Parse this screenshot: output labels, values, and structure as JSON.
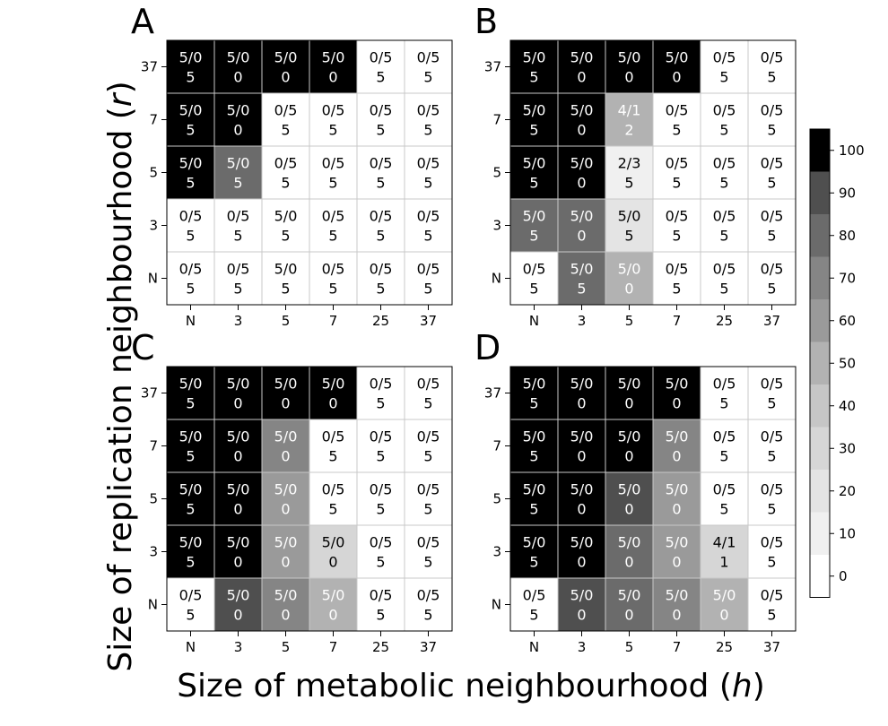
{
  "chart_data": {
    "type": "heatmap",
    "xlabel": "Size of metabolic neighbourhood (h)",
    "ylabel": "Size of replication neighbourhood (r)",
    "x_categories": [
      "N",
      "3",
      "5",
      "7",
      "25",
      "37"
    ],
    "y_categories": [
      "37",
      "7",
      "5",
      "3",
      "N"
    ],
    "colorbar": {
      "ticks": [
        100,
        90,
        80,
        70,
        60,
        50,
        40,
        30,
        20,
        10,
        0
      ],
      "range": [
        0,
        100
      ],
      "levels": [
        "#000000",
        "#4f4f4f",
        "#6b6b6b",
        "#858585",
        "#9a9a9a",
        "#b2b2b2",
        "#c6c6c6",
        "#d6d6d6",
        "#e4e4e4",
        "#f0f0f0",
        "#ffffff"
      ]
    },
    "panels": [
      {
        "label": "A",
        "cells": [
          [
            {
              "text": "5/0 5",
              "value": 100
            },
            {
              "text": "5/0 0",
              "value": 100
            },
            {
              "text": "5/0 0",
              "value": 100
            },
            {
              "text": "5/0 0",
              "value": 100
            },
            {
              "text": "0/5 5",
              "value": 0
            },
            {
              "text": "0/5 5",
              "value": 0
            }
          ],
          [
            {
              "text": "5/0 5",
              "value": 100
            },
            {
              "text": "5/0 0",
              "value": 100
            },
            {
              "text": "0/5 5",
              "value": 0
            },
            {
              "text": "0/5 5",
              "value": 0
            },
            {
              "text": "0/5 5",
              "value": 0
            },
            {
              "text": "0/5 5",
              "value": 0
            }
          ],
          [
            {
              "text": "5/0 5",
              "value": 100
            },
            {
              "text": "5/0 5",
              "value": 80
            },
            {
              "text": "0/5 5",
              "value": 0
            },
            {
              "text": "0/5 5",
              "value": 0
            },
            {
              "text": "0/5 5",
              "value": 0
            },
            {
              "text": "0/5 5",
              "value": 0
            }
          ],
          [
            {
              "text": "0/5 5",
              "value": 0
            },
            {
              "text": "0/5 5",
              "value": 0
            },
            {
              "text": "5/0 5",
              "value": 0
            },
            {
              "text": "0/5 5",
              "value": 0
            },
            {
              "text": "0/5 5",
              "value": 0
            },
            {
              "text": "0/5 5",
              "value": 0
            }
          ],
          [
            {
              "text": "0/5 5",
              "value": 0
            },
            {
              "text": "0/5 5",
              "value": 0
            },
            {
              "text": "5/0 5",
              "value": 0
            },
            {
              "text": "0/5 5",
              "value": 0
            },
            {
              "text": "0/5 5",
              "value": 0
            },
            {
              "text": "0/5 5",
              "value": 0
            }
          ]
        ]
      },
      {
        "label": "B",
        "cells": [
          [
            {
              "text": "5/0 5",
              "value": 100
            },
            {
              "text": "5/0 0",
              "value": 100
            },
            {
              "text": "5/0 0",
              "value": 100
            },
            {
              "text": "5/0 0",
              "value": 100
            },
            {
              "text": "0/5 5",
              "value": 0
            },
            {
              "text": "0/5 5",
              "value": 0
            }
          ],
          [
            {
              "text": "5/0 5",
              "value": 100
            },
            {
              "text": "5/0 0",
              "value": 100
            },
            {
              "text": "4/1 2",
              "value": 50
            },
            {
              "text": "0/5 5",
              "value": 0
            },
            {
              "text": "0/5 5",
              "value": 0
            },
            {
              "text": "0/5 5",
              "value": 0
            }
          ],
          [
            {
              "text": "5/0 5",
              "value": 100
            },
            {
              "text": "5/0 0",
              "value": 100
            },
            {
              "text": "2/3 5",
              "value": 10
            },
            {
              "text": "0/5 5",
              "value": 0
            },
            {
              "text": "0/5 5",
              "value": 0
            },
            {
              "text": "0/5 5",
              "value": 0
            }
          ],
          [
            {
              "text": "5/0 5",
              "value": 80
            },
            {
              "text": "5/0 0",
              "value": 80
            },
            {
              "text": "5/0 5",
              "value": 20
            },
            {
              "text": "0/5 5",
              "value": 0
            },
            {
              "text": "0/5 5",
              "value": 0
            },
            {
              "text": "0/5 5",
              "value": 0
            }
          ],
          [
            {
              "text": "0/5 5",
              "value": 0
            },
            {
              "text": "5/0 5",
              "value": 80
            },
            {
              "text": "5/0 0",
              "value": 50
            },
            {
              "text": "0/5 5",
              "value": 0
            },
            {
              "text": "0/5 5",
              "value": 0
            },
            {
              "text": "0/5 5",
              "value": 0
            }
          ]
        ]
      },
      {
        "label": "C",
        "cells": [
          [
            {
              "text": "5/0 5",
              "value": 100
            },
            {
              "text": "5/0 0",
              "value": 100
            },
            {
              "text": "5/0 0",
              "value": 100
            },
            {
              "text": "5/0 0",
              "value": 100
            },
            {
              "text": "0/5 5",
              "value": 0
            },
            {
              "text": "0/5 5",
              "value": 0
            }
          ],
          [
            {
              "text": "5/0 5",
              "value": 100
            },
            {
              "text": "5/0 0",
              "value": 100
            },
            {
              "text": "5/0 0",
              "value": 70
            },
            {
              "text": "0/5 5",
              "value": 0
            },
            {
              "text": "0/5 5",
              "value": 0
            },
            {
              "text": "0/5 5",
              "value": 0
            }
          ],
          [
            {
              "text": "5/0 5",
              "value": 100
            },
            {
              "text": "5/0 0",
              "value": 100
            },
            {
              "text": "5/0 0",
              "value": 60
            },
            {
              "text": "0/5 5",
              "value": 0
            },
            {
              "text": "0/5 5",
              "value": 0
            },
            {
              "text": "0/5 5",
              "value": 0
            }
          ],
          [
            {
              "text": "5/0 5",
              "value": 100
            },
            {
              "text": "5/0 0",
              "value": 100
            },
            {
              "text": "5/0 0",
              "value": 60
            },
            {
              "text": "5/0 0",
              "value": 30
            },
            {
              "text": "0/5 5",
              "value": 0
            },
            {
              "text": "0/5 5",
              "value": 0
            }
          ],
          [
            {
              "text": "0/5 5",
              "value": 0
            },
            {
              "text": "5/0 0",
              "value": 90
            },
            {
              "text": "5/0 0",
              "value": 70
            },
            {
              "text": "5/0 0",
              "value": 50
            },
            {
              "text": "0/5 5",
              "value": 0
            },
            {
              "text": "0/5 5",
              "value": 0
            }
          ]
        ]
      },
      {
        "label": "D",
        "cells": [
          [
            {
              "text": "5/0 5",
              "value": 100
            },
            {
              "text": "5/0 0",
              "value": 100
            },
            {
              "text": "5/0 0",
              "value": 100
            },
            {
              "text": "5/0 0",
              "value": 100
            },
            {
              "text": "0/5 5",
              "value": 0
            },
            {
              "text": "0/5 5",
              "value": 0
            }
          ],
          [
            {
              "text": "5/0 5",
              "value": 100
            },
            {
              "text": "5/0 0",
              "value": 100
            },
            {
              "text": "5/0 0",
              "value": 100
            },
            {
              "text": "5/0 0",
              "value": 70
            },
            {
              "text": "0/5 5",
              "value": 0
            },
            {
              "text": "0/5 5",
              "value": 0
            }
          ],
          [
            {
              "text": "5/0 5",
              "value": 100
            },
            {
              "text": "5/0 0",
              "value": 100
            },
            {
              "text": "5/0 0",
              "value": 90
            },
            {
              "text": "5/0 0",
              "value": 60
            },
            {
              "text": "0/5 5",
              "value": 0
            },
            {
              "text": "0/5 5",
              "value": 0
            }
          ],
          [
            {
              "text": "5/0 5",
              "value": 100
            },
            {
              "text": "5/0 0",
              "value": 100
            },
            {
              "text": "5/0 0",
              "value": 80
            },
            {
              "text": "5/0 0",
              "value": 60
            },
            {
              "text": "4/1 1",
              "value": 30
            },
            {
              "text": "0/5 5",
              "value": 0
            }
          ],
          [
            {
              "text": "0/5 5",
              "value": 0
            },
            {
              "text": "5/0 0",
              "value": 90
            },
            {
              "text": "5/0 0",
              "value": 80
            },
            {
              "text": "5/0 0",
              "value": 70
            },
            {
              "text": "5/0 0",
              "value": 50
            },
            {
              "text": "0/5 5",
              "value": 0
            }
          ]
        ]
      }
    ]
  }
}
